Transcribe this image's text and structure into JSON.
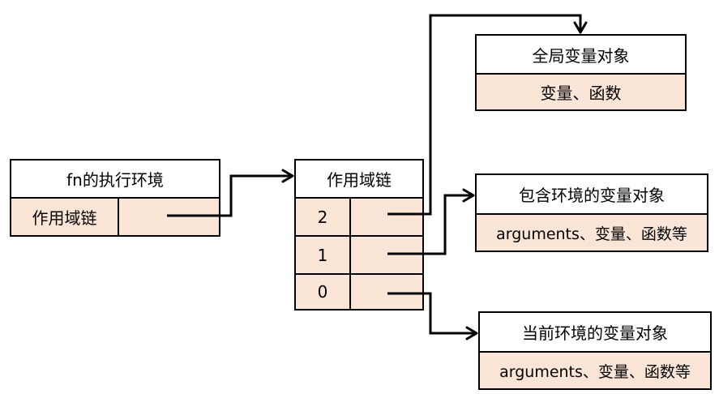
{
  "execution_context": {
    "title": "fn的执行环境",
    "scope_chain_label": "作用域链"
  },
  "scope_chain": {
    "title": "作用域链",
    "rows": [
      {
        "index": "2"
      },
      {
        "index": "1"
      },
      {
        "index": "0"
      }
    ]
  },
  "variable_objects": {
    "global": {
      "title": "全局变量对象",
      "content": "变量、函数"
    },
    "enclosing": {
      "title": "包含环境的变量对象",
      "content": "arguments、变量、函数等"
    },
    "current": {
      "title": "当前环境的变量对象",
      "content": "arguments、变量、函数等"
    }
  },
  "colors": {
    "cell_fill": "#fbe5d6",
    "border": "#000000",
    "background": "#ffffff"
  }
}
